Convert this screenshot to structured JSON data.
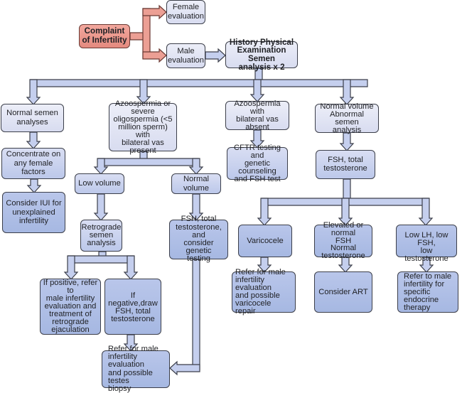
{
  "diagram": {
    "title": "Male infertility evaluation flowchart",
    "colors": {
      "start_node": "#e89488",
      "arrow_start": "#ec9f94",
      "node_light": "#e2e5f4",
      "node_medium": "#c9d2ee",
      "node_dark": "#adbde4",
      "arrow_fill": "#c5cfee",
      "outline": "#3c3f4a"
    },
    "nodes": {
      "complaint": "Complaint\nof Infertility",
      "female_eval": "Female\nevaluation",
      "male_eval": "Male\nevaluation",
      "history": "History Physical\nExamination Semen\nanalysis x 2",
      "normal_semen": "Normal semen\nanalyses",
      "concentrate_female": "Concentrate on\nany female factors",
      "consider_iui": "Consider IUI for\nunexplained\ninfertility",
      "azoo_oligo": "Azoospermia or\nsevere\noligospermia (<5\nmillion sperm) with\nbilateral vas present",
      "low_volume": "Low volume",
      "normal_volume": "Normal volume",
      "retrograde": "Retrograde\nsemen\nanalysis",
      "if_positive": "If positive, refer to\nmale infertility\nevaluation and\ntreatment of\nretrograde\nejaculation",
      "if_negative": "If negative,draw\nFSH, total\ntestosterone",
      "refer_biopsy": "Refer for male\ninfertility evaluation\nand possible testes\nbiopsy",
      "fsh_genetic": "FSH, total\ntestosterone, and\nconsider genetic\ntesting",
      "azoo_absent": "Azoospermia with\nbilateral vas\nabsent",
      "cftr": "CFTR testing and\ngenetic counseling\nand FSH test",
      "normal_vol_abnormal": "Normal volume\nAbnormal semen\nanalysis",
      "fsh_total": "FSH, total\ntestosterone",
      "varicocele": "Varicocele",
      "refer_varicocele": "Refer for male\ninfertility evaluation\nand possible\nvaricocele repair",
      "elevated_fsh": "Elevated or normal\nFSH\nNormal\ntestosterone",
      "consider_art": "Consider ART",
      "low_lh": "Low LH, low FSH,\nlow testosterone",
      "refer_endocrine": "Refer to male\ninfertility for\nspecific endocrine\ntherapy"
    },
    "edges": [
      [
        "complaint",
        "female_eval"
      ],
      [
        "complaint",
        "male_eval"
      ],
      [
        "male_eval",
        "history"
      ],
      [
        "history",
        "normal_semen"
      ],
      [
        "history",
        "azoo_oligo"
      ],
      [
        "history",
        "azoo_absent"
      ],
      [
        "history",
        "normal_vol_abnormal"
      ],
      [
        "normal_semen",
        "concentrate_female"
      ],
      [
        "concentrate_female",
        "consider_iui"
      ],
      [
        "azoo_oligo",
        "low_volume"
      ],
      [
        "azoo_oligo",
        "normal_volume"
      ],
      [
        "low_volume",
        "retrograde"
      ],
      [
        "retrograde",
        "if_positive"
      ],
      [
        "retrograde",
        "if_negative"
      ],
      [
        "if_negative",
        "refer_biopsy"
      ],
      [
        "normal_volume",
        "fsh_genetic"
      ],
      [
        "fsh_genetic",
        "refer_biopsy"
      ],
      [
        "azoo_absent",
        "cftr"
      ],
      [
        "normal_vol_abnormal",
        "fsh_total"
      ],
      [
        "fsh_total",
        "varicocele"
      ],
      [
        "fsh_total",
        "elevated_fsh"
      ],
      [
        "fsh_total",
        "low_lh"
      ],
      [
        "varicocele",
        "refer_varicocele"
      ],
      [
        "elevated_fsh",
        "consider_art"
      ],
      [
        "low_lh",
        "refer_endocrine"
      ]
    ]
  }
}
